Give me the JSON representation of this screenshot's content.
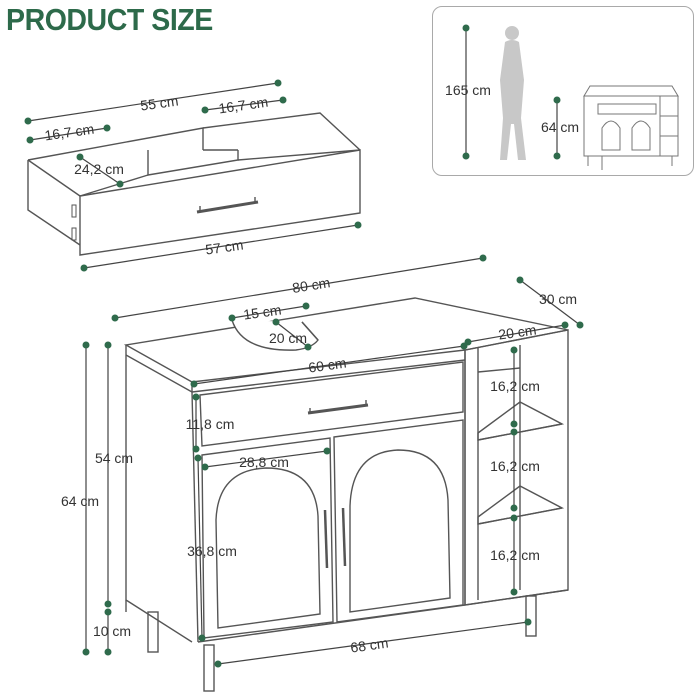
{
  "title": "PRODUCT SIZE",
  "colors": {
    "accent": "#2d6a4a",
    "dot": "#2f6b4c",
    "line": "#444444",
    "cabinet": "#555555"
  },
  "drawer_dims": {
    "width_top": "55 cm",
    "left_comp": "16,7 cm",
    "right_comp": "16,7 cm",
    "depth_comp": "24,2 cm",
    "width_front": "57 cm"
  },
  "inset": {
    "person_height": "165 cm",
    "cabinet_height": "64 cm"
  },
  "cabinet_dims": {
    "total_width": "80 cm",
    "depth": "30 cm",
    "hole_width": "15 cm",
    "hole_depth": "20 cm",
    "side_shelf_width": "20 cm",
    "top_inner_width": "60 cm",
    "drawer_height": "11,8 cm",
    "door_width": "28,8 cm",
    "door_height": "36,8 cm",
    "shelf_1": "16,2 cm",
    "shelf_2": "16,2 cm",
    "shelf_3": "16,2 cm",
    "total_height_front": "54 cm",
    "total_height": "64 cm",
    "leg_height": "10 cm",
    "bottom_width": "68 cm"
  }
}
